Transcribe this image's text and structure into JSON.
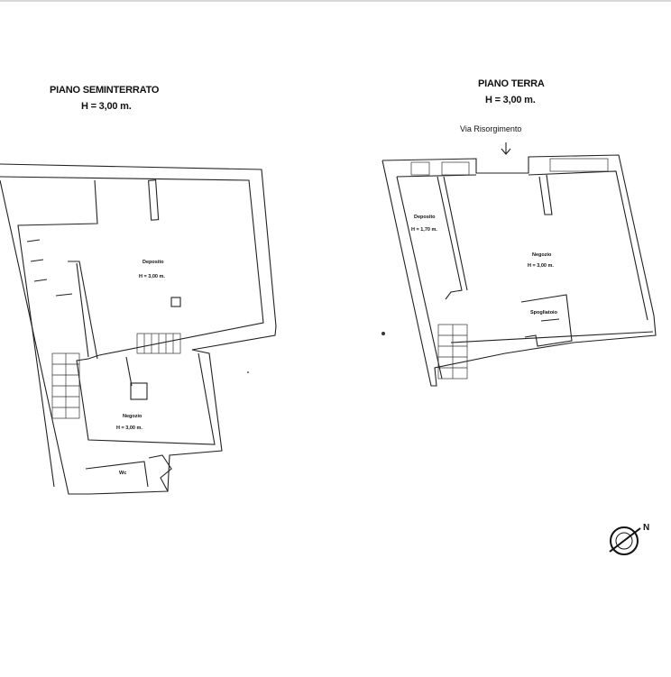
{
  "left_plan": {
    "title": "PIANO SEMINTERRATO",
    "height": "H = 3,00 m.",
    "rooms": [
      {
        "name": "Deposito",
        "height": "H = 3,00 m."
      },
      {
        "name": "Negozio",
        "height": "H = 3,00 m."
      },
      {
        "name": "Wc"
      }
    ]
  },
  "right_plan": {
    "title": "PIANO TERRA",
    "height": "H = 3,00 m.",
    "street": "Via Risorgimento",
    "rooms": [
      {
        "name": "Deposito",
        "height": "H = 1,70 m."
      },
      {
        "name": "Negozio",
        "height": "H = 3,00 m."
      },
      {
        "name": "Spogliatoio"
      }
    ]
  },
  "compass": {
    "label": "N"
  }
}
